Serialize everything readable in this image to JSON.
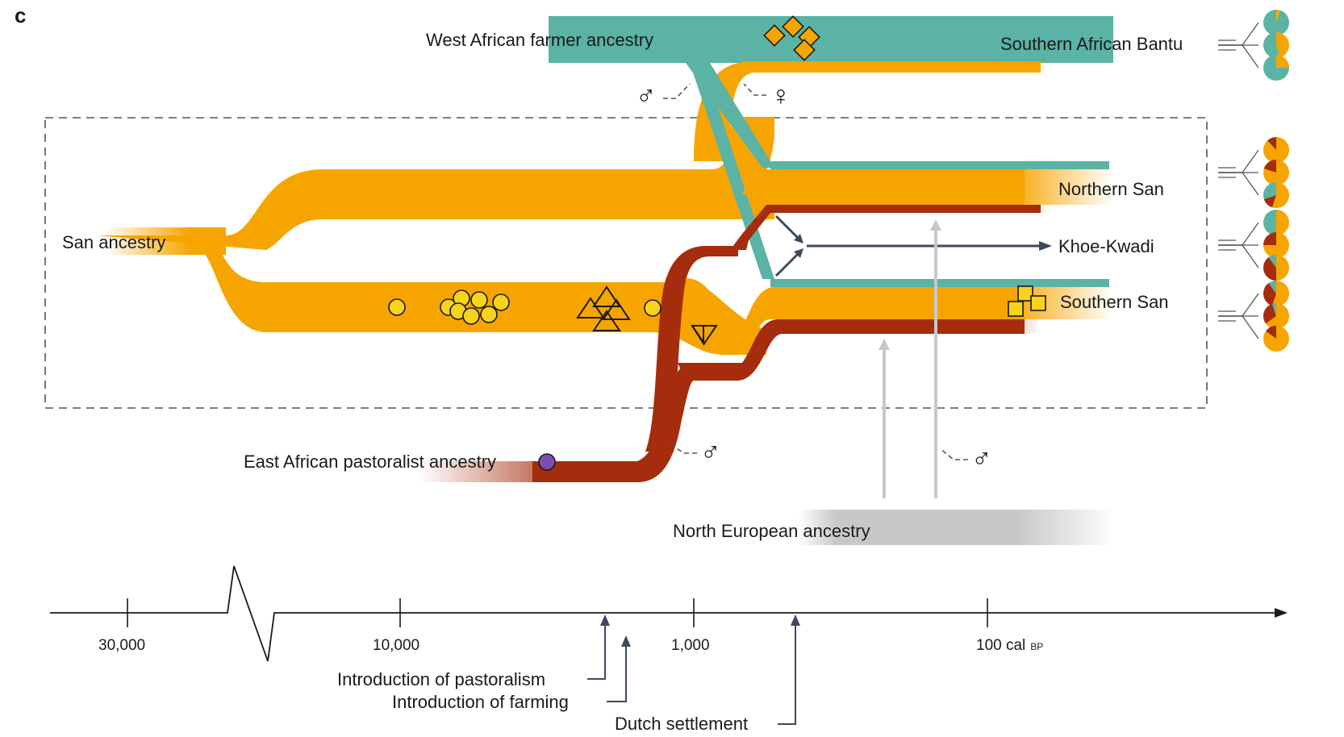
{
  "panel_label": "c",
  "colors": {
    "san": "#f6a500",
    "bantu": "#5ab3a4",
    "pastoralist": "#a52c0c",
    "khoe": "#3e4a5c",
    "european": "#c8c8c8",
    "marker_yellow": "#f7d31c",
    "marker_orange": "#f6a500",
    "marker_purple": "#7b4fb0",
    "dashed_box": "#555555"
  },
  "labels": {
    "san_ancestry": "San ancestry",
    "west_african": "West African farmer ancestry",
    "east_african": "East African pastoralist ancestry",
    "north_european": "North European ancestry",
    "southern_bantu": "Southern African Bantu",
    "northern_san": "Northern San",
    "khoe_kwadi": "Khoe-Kwadi",
    "southern_san": "Southern San"
  },
  "sex_symbols": {
    "male": "♂",
    "female": "♀"
  },
  "timeline": {
    "ticks": [
      "30,000",
      "10,000",
      "1,000",
      "100 cal"
    ],
    "unit_suffix": "BP"
  },
  "events": {
    "pastoralism": "Introduction of pastoralism",
    "farming": "Introduction of farming",
    "dutch": "Dutch settlement"
  },
  "pie_groups": {
    "bantu": [
      {
        "san": 0.05,
        "bantu": 0.95,
        "pastoralist": 0.0
      },
      {
        "san": 0.45,
        "bantu": 0.55,
        "pastoralist": 0.0
      },
      {
        "san": 0.25,
        "bantu": 0.75,
        "pastoralist": 0.0
      }
    ],
    "northern_san": [
      {
        "san": 0.88,
        "bantu": 0.0,
        "pastoralist": 0.12
      },
      {
        "san": 0.8,
        "bantu": 0.0,
        "pastoralist": 0.2
      },
      {
        "san": 0.55,
        "bantu": 0.3,
        "pastoralist": 0.15
      }
    ],
    "khoe_kwadi": [
      {
        "san": 0.5,
        "bantu": 0.5,
        "pastoralist": 0.0
      },
      {
        "san": 0.75,
        "bantu": 0.0,
        "pastoralist": 0.25
      },
      {
        "san": 0.5,
        "bantu": 0.1,
        "pastoralist": 0.4
      }
    ],
    "southern_san": [
      {
        "san": 0.55,
        "bantu": 0.1,
        "pastoralist": 0.35
      },
      {
        "san": 0.65,
        "bantu": 0.05,
        "pastoralist": 0.3
      },
      {
        "san": 0.85,
        "bantu": 0.0,
        "pastoralist": 0.15
      }
    ]
  }
}
